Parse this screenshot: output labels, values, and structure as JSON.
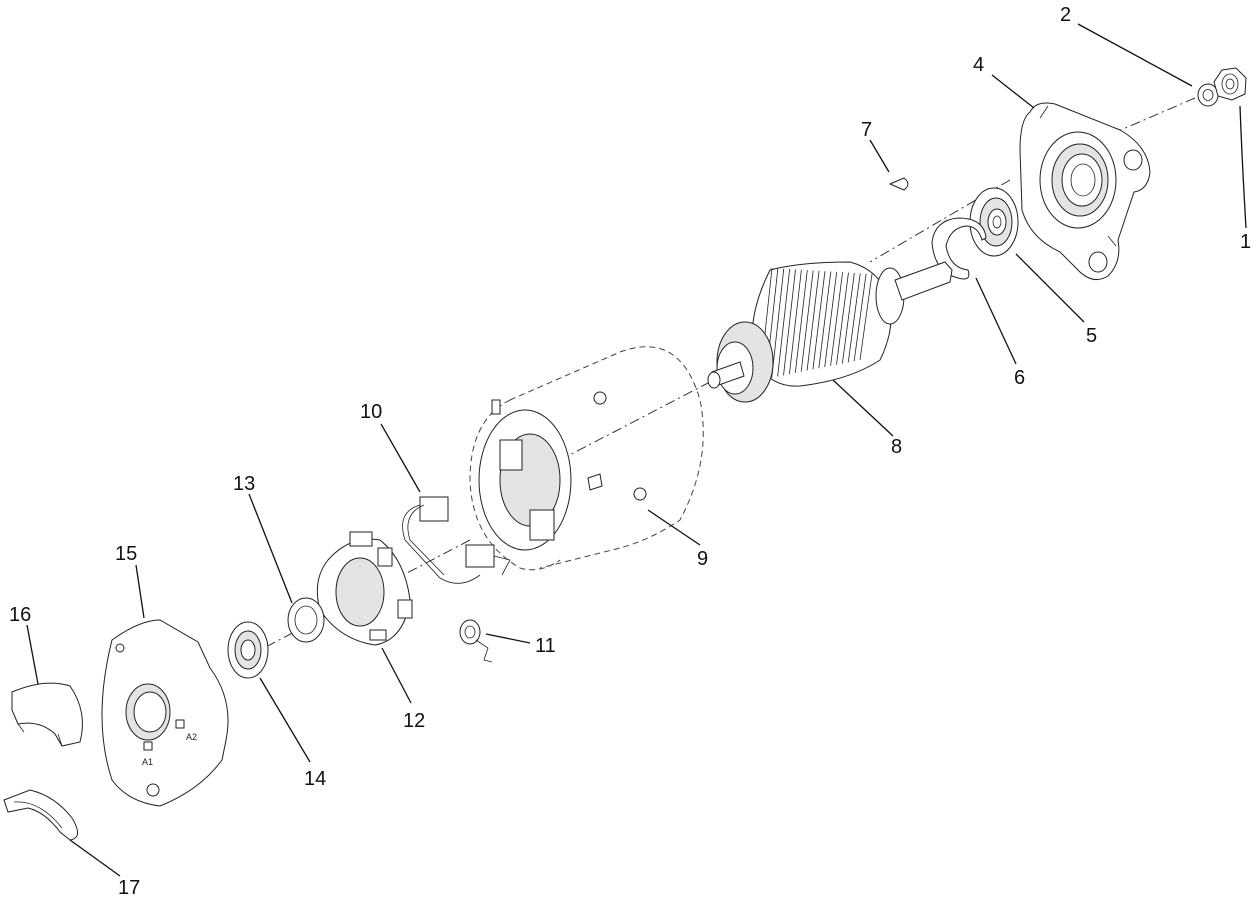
{
  "callouts": [
    {
      "id": "2",
      "label": "2"
    },
    {
      "id": "4",
      "label": "4"
    },
    {
      "id": "7",
      "label": "7"
    },
    {
      "id": "1",
      "label": "1"
    },
    {
      "id": "5",
      "label": "5"
    },
    {
      "id": "6",
      "label": "6"
    },
    {
      "id": "8",
      "label": "8"
    },
    {
      "id": "10",
      "label": "10"
    },
    {
      "id": "9",
      "label": "9"
    },
    {
      "id": "13",
      "label": "13"
    },
    {
      "id": "15",
      "label": "15"
    },
    {
      "id": "16",
      "label": "16"
    },
    {
      "id": "11",
      "label": "11"
    },
    {
      "id": "12",
      "label": "12"
    },
    {
      "id": "14",
      "label": "14"
    },
    {
      "id": "17",
      "label": "17"
    }
  ],
  "part_markings": {
    "terminal_a1": "A1",
    "terminal_a2": "A2"
  }
}
